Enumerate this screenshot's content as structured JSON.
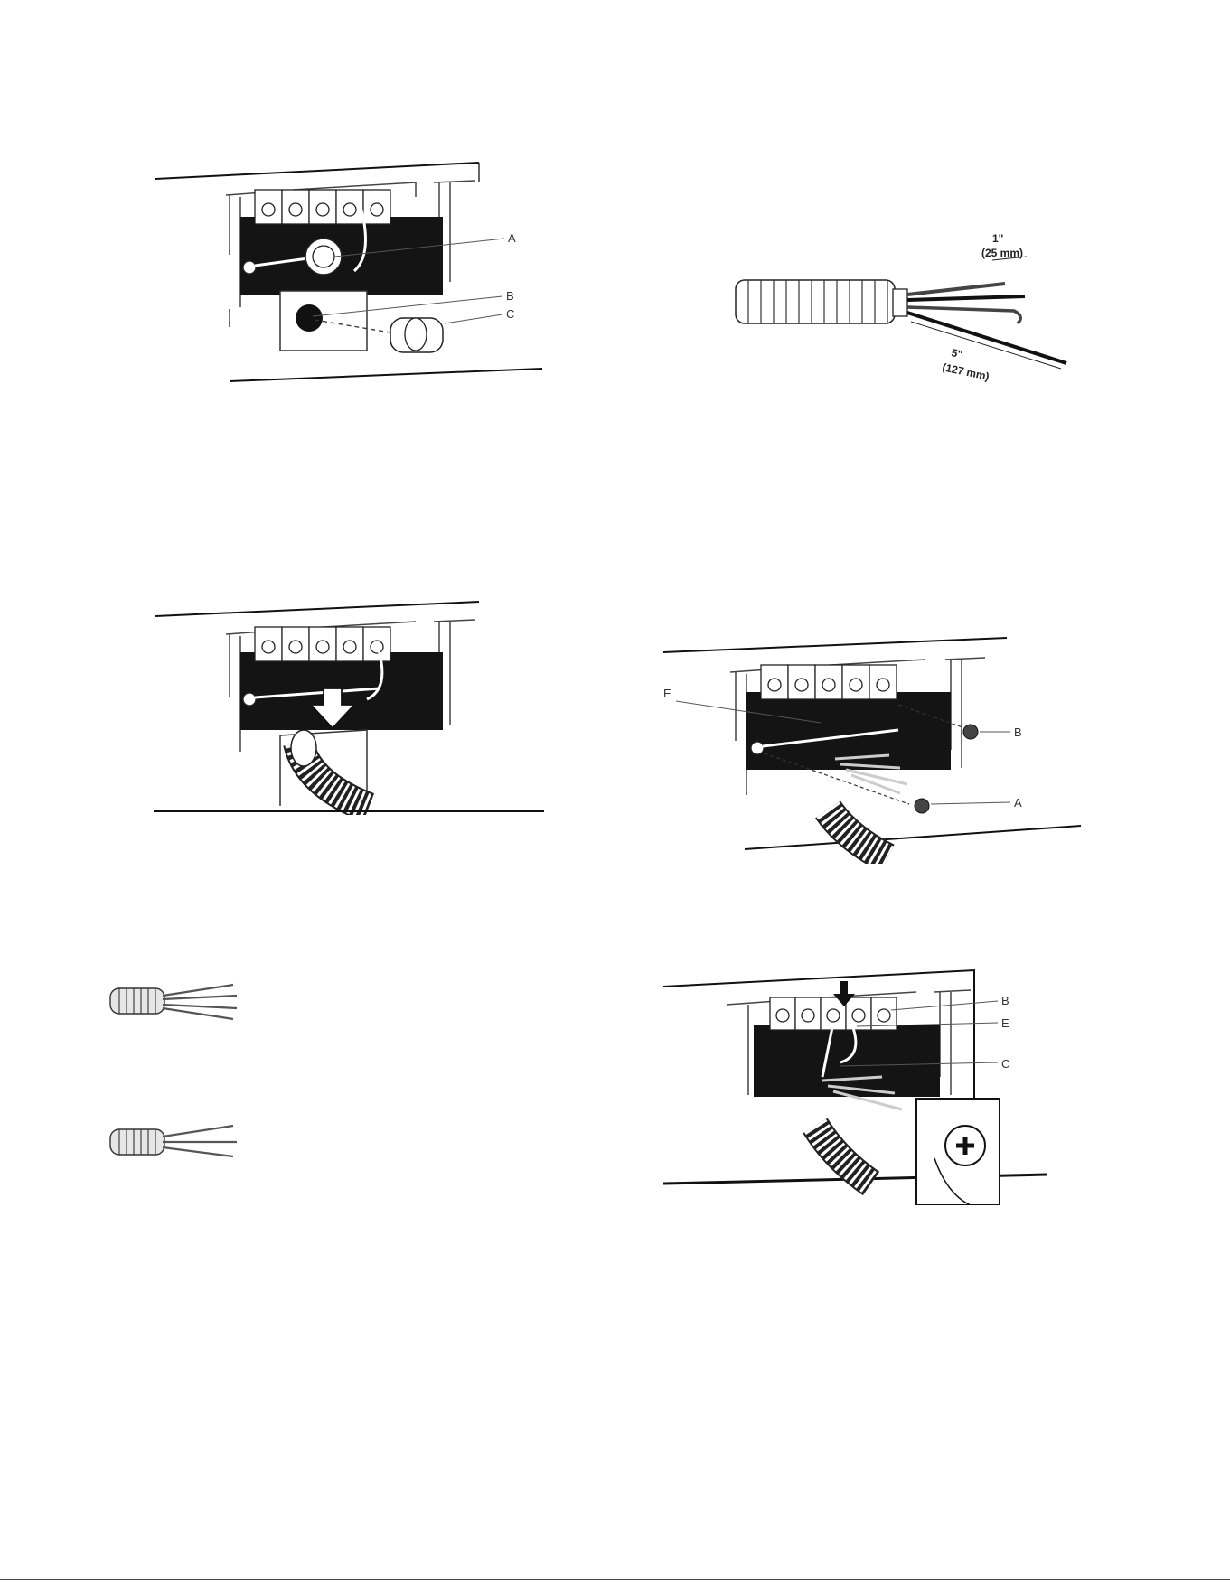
{
  "figures": {
    "fig1": {
      "callouts": [
        "A",
        "B",
        "C"
      ]
    },
    "fig2": {
      "dim_short": "1\"",
      "dim_short_metric": "(25 mm)",
      "dim_long": "5\"",
      "dim_long_metric": "(127 mm)"
    },
    "fig4": {
      "callouts": [
        "E",
        "B",
        "A"
      ]
    },
    "fig7": {
      "callouts": [
        "B",
        "E",
        "C"
      ]
    }
  },
  "colors": {
    "ink": "#111111",
    "line": "#333333",
    "fill_dark": "#141414",
    "paper": "#ffffff"
  }
}
